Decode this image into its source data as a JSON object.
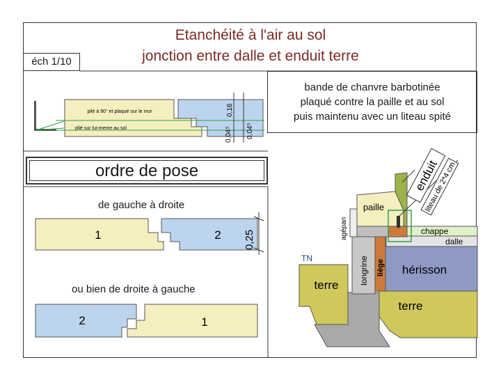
{
  "title": {
    "line1": "Etanchéité à l'air au sol",
    "line2": "jonction entre dalle et enduit terre"
  },
  "scale_label": "éch 1/10",
  "note": {
    "line1": "bande de chanvre barbotinée",
    "line2": "plaqué contre la paille et au sol",
    "line3": "puis maintenu avec un liteau spité"
  },
  "detail": {
    "label_wall": "plié à 90° et plaqué sur le mur",
    "label_floor": "plié sur lui-meme au sol",
    "dim_a": "0,04⁵",
    "dim_b": "0,16",
    "dim_c": "0,04⁵"
  },
  "pose": {
    "heading": "ordre de pose",
    "left_to_right": "de gauche à droite",
    "right_to_left": "ou bien de droite à gauche",
    "panel_1": "1",
    "panel_2": "2",
    "dim": "0,25"
  },
  "section": {
    "enduit": "enduit",
    "liteau": "liteau de 2*4 cm",
    "paille": "paille",
    "agepan": "agépan",
    "chappe": "chappe",
    "dalle": "dalle",
    "herisson": "hérisson",
    "longrine": "longrine",
    "liege": "liège",
    "terre_left": "terre",
    "terre_right": "terre",
    "tn": "TN"
  },
  "colors": {
    "title": "#7a2a24",
    "straw": "#f5eebf",
    "blue_panel": "#bcd4ee",
    "green": "#2ea043",
    "herisson": "#8e9ac4",
    "terre": "#cfc85a",
    "liege": "#cc7a3c",
    "longrine": "#c8c8c8"
  }
}
